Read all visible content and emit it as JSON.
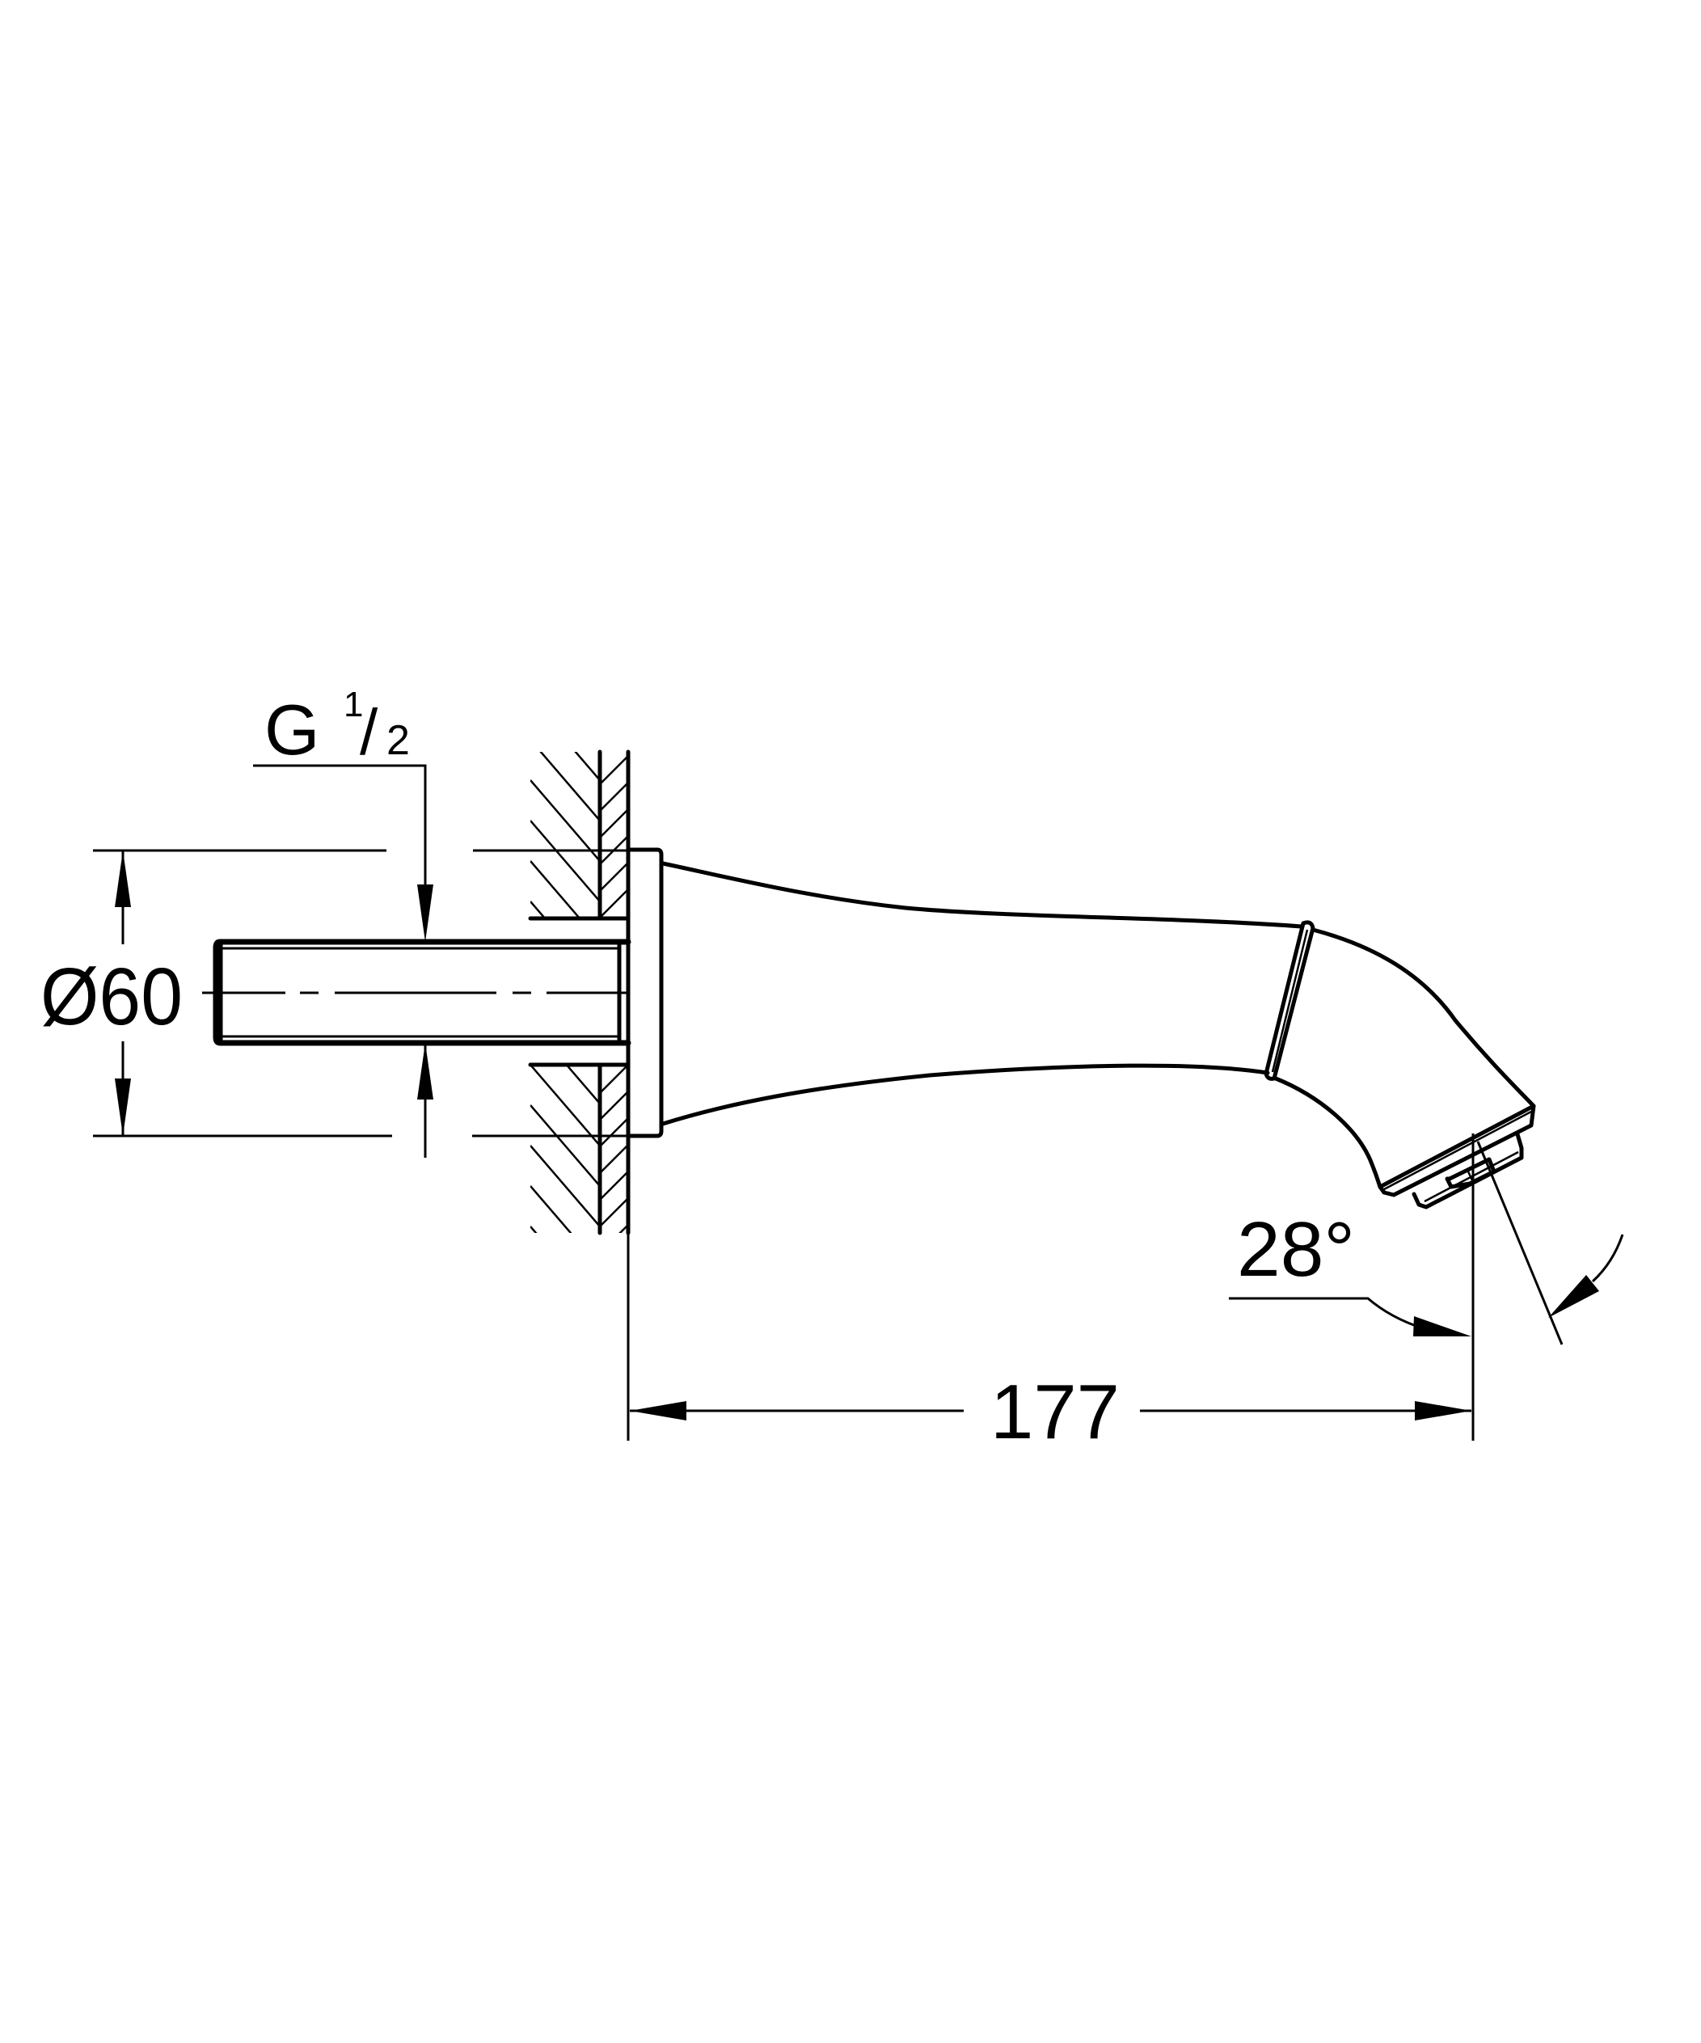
{
  "drawing": {
    "subject": "wall-mounted bath spout, side view technical drawing",
    "colors": {
      "line": "#000000",
      "background": "#ffffff"
    },
    "dimensions": {
      "thread": {
        "letter": "G",
        "fraction_numerator": "1",
        "fraction_slash": "/",
        "fraction_denominator": "2"
      },
      "flange_diameter": {
        "label": "Ø60"
      },
      "projection_length": {
        "label": "177"
      },
      "outlet_angle": {
        "label": "28°"
      }
    }
  }
}
